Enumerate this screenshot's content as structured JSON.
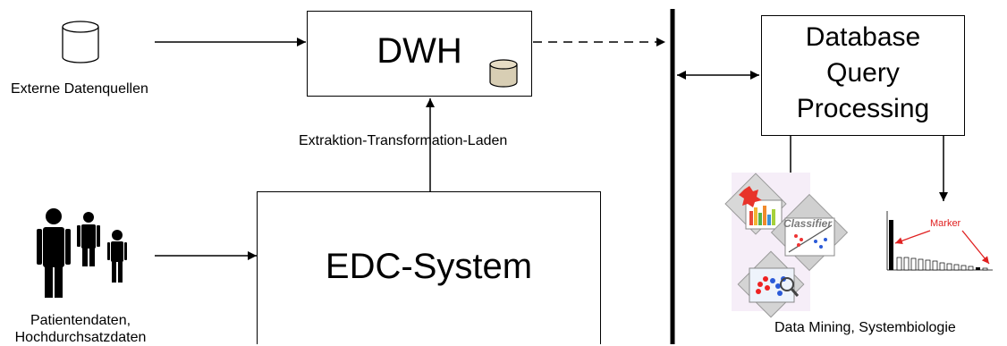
{
  "sources": {
    "external": {
      "label": "Externe Datenquellen"
    },
    "patients": {
      "label_line1": "Patientendaten,",
      "label_line2": "Hochdurchsatzdaten"
    }
  },
  "dwh": {
    "title": "DWH"
  },
  "etl": {
    "label": "Extraktion-Transformation-Laden"
  },
  "edc": {
    "title": "EDC-System"
  },
  "query": {
    "line1": "Database",
    "line2": "Query",
    "line3": "Processing"
  },
  "analysis": {
    "caption": "Data Mining, Systembiologie",
    "classifier_label": "Classifier",
    "marker_label": "Marker"
  }
}
